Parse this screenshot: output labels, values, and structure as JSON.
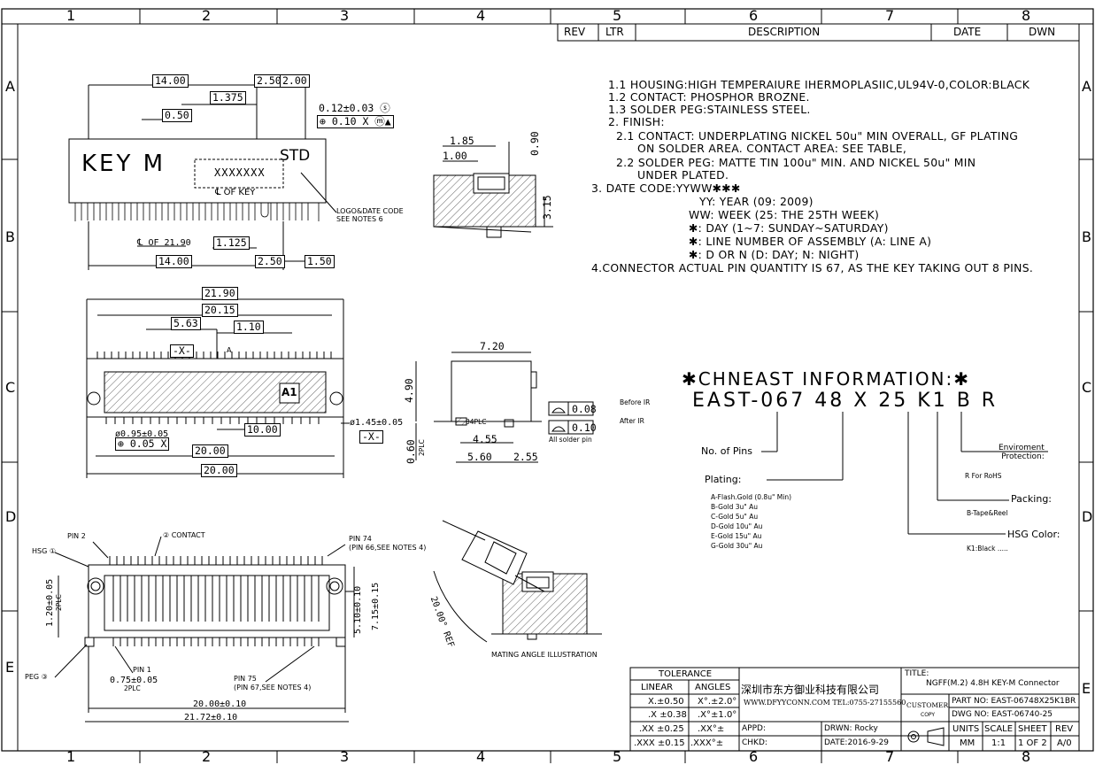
{
  "zones": {
    "cols": [
      "1",
      "2",
      "3",
      "4",
      "5",
      "6",
      "7",
      "8"
    ],
    "rows": [
      "A",
      "B",
      "C",
      "D",
      "E"
    ]
  },
  "revision_block": {
    "rev": "REV",
    "ltr": "LTR",
    "description": "DESCRIPTION",
    "date": "DATE",
    "dwn": "DWN"
  },
  "notes": [
    "1.1 HOUSING:HIGH TEMPERAIURE IHERMOPLASIIC,UL94V-0,COLOR:BLACK",
    "1.2 CONTACT: PHOSPHOR BROZNE.",
    "1.3 SOLDER PEG:STAINLESS STEEL.",
    "2. FINISH:",
    "2.1 CONTACT: UNDERPLATING NICKEL 50u\" MIN OVERALL, GF PLATING",
    "ON SOLDER AREA. CONTACT AREA: SEE TABLE,",
    "2.2 SOLDER PEG: MATTE TIN 100u\" MIN. AND NICKEL 50u\" MIN",
    "UNDER PLATED.",
    "3.  DATE CODE:YYWW✱✱✱",
    "YY: YEAR (09: 2009)",
    "WW: WEEK (25: THE 25TH WEEK)",
    "✱: DAY (1~7: SUNDAY~SATURDAY)",
    "✱: LINE NUMBER OF ASSEMBLY (A: LINE A)",
    "✱: D OR N (D: DAY; N: NIGHT)",
    "4.CONNECTOR ACTUAL PIN QUANTITY IS 67, AS THE KEY TAKING OUT 8 PINS."
  ],
  "front_view": {
    "key_label": "KEY M",
    "std_label": "STD",
    "logo_placeholder": "XXXXXXX",
    "center_of_key": "℄ OF KEY",
    "logo_note_1": "LOGO&DATE CODE",
    "logo_note_2": "SEE NOTES 6",
    "dims": {
      "d14_top": "14.00",
      "d250_top": "2.50",
      "d200": "2.00",
      "d1375": "1.375",
      "d050": "0.50",
      "d012": "0.12±0.03 ⓢ",
      "pos_tol": "⊕ 0.10 X ⓜ▲",
      "center_2190": "℄ OF 21.90",
      "d1125": "1.125",
      "d14_bottom": "14.00",
      "d250_bottom": "2.50",
      "d150": "1.50"
    }
  },
  "side_view": {
    "d185": "1.85",
    "d100": "1.00",
    "d090": "0.90",
    "d315": "3.15"
  },
  "top_view": {
    "d2190": "21.90",
    "d2015": "20.15",
    "d563": "5.63",
    "d110": "1.10",
    "datum_x": "-X-",
    "section_a": "A",
    "a1": "A1",
    "d095": "ø0.95±0.05",
    "pos005": "⊕ 0.05 X",
    "d1000": "10.00",
    "d145": "ø1.45±0.05",
    "d2000_a": "20.00",
    "d2000_b": "20.00"
  },
  "profile_view": {
    "d720": "7.20",
    "d490": "4.90",
    "plc34": "34PLC",
    "d455": "4.55",
    "d560": "5.60",
    "d255": "2.55",
    "d060": "0.60",
    "plc2": "2PLC",
    "flat008": "0.08",
    "flat010": "0.10",
    "all_solder": "All solder pin",
    "before_ir": "Before IR",
    "after_ir": "After IR"
  },
  "part_number": {
    "header": "✱CHNEAST INFORMATION:✱",
    "code": "EAST-067 48 X 25 K1 B R",
    "no_of_pins": "No. of Pins",
    "plating": "Plating:",
    "plating_options": [
      "A-Flash.Gold (0.8u\" Min)",
      "B-Gold 3u\" Au",
      "C-Gold 5u\" Au",
      "D-Gold 10u\" Au",
      "E-Gold 15u\" Au",
      "G-Gold 30u\" Au"
    ],
    "environment_1": "Enviroment",
    "environment_2": "Protection:",
    "rohs": "R For RoHS",
    "packing": "Packing:",
    "tape_reel": "B-Tape&Reel",
    "hsg_color": "HSG Color:",
    "k1_black": "K1:Black ....."
  },
  "bottom_view": {
    "pin2": "PIN 2",
    "contact": "② CONTACT",
    "pin74_1": "PIN 74",
    "pin74_2": "(PIN 66,SEE NOTES 4)",
    "hsg": "HSG ①",
    "peg": "PEG ③",
    "pin1": "PIN 1",
    "d075": "0.75±0.05",
    "plc2": "2PLC",
    "pin75_1": "PIN 75",
    "pin75_2": "(PIN 67,SEE NOTES 4)",
    "d2000": "20.00±0.10",
    "d2172": "21.72±0.10",
    "d120": "1.20±0.05",
    "d510": "5.10±0.10",
    "d715": "7.15±0.15"
  },
  "mating": {
    "angle": "20.00° REF",
    "caption": "MATING ANGLE ILLUSTRATION"
  },
  "title_block": {
    "tolerance": "TOLERANCE",
    "linear": "LINEAR",
    "angles": "ANGLES",
    "rows": [
      {
        "linear": "X.±0.50",
        "angle": "X°.±2.0°"
      },
      {
        "linear": ".X ±0.38",
        "angle": ".X°±1.0°"
      },
      {
        "linear": ".XX ±0.25",
        "angle": ".XX°±"
      },
      {
        "linear": ".XXX ±0.15",
        "angle": ".XXX°±"
      }
    ],
    "company": "深圳市东方御业科技有限公司",
    "website": "WWW.DFYYCONN.COM TEL:0755-27155560",
    "customer": "CUSTOMER",
    "copy": "COPY",
    "title_label": "TITLE:",
    "title": "NGFF(M.2) 4.8H KEY-M Connector",
    "part_no": "PART NO: EAST-06748X25K1BR",
    "dwg_no": "DWG NO: EAST-06740-25",
    "appd": "APPD:",
    "drwn": "DRWN:  Rocky",
    "chkd": "CHKD:",
    "date": "DATE:2016-9-29",
    "units": "UNITS",
    "scale": "SCALE",
    "sheet": "SHEET",
    "rev": "REV",
    "units_val": "MM",
    "scale_val": "1:1",
    "sheet_val": "1 OF 2",
    "rev_val": "A/0"
  }
}
